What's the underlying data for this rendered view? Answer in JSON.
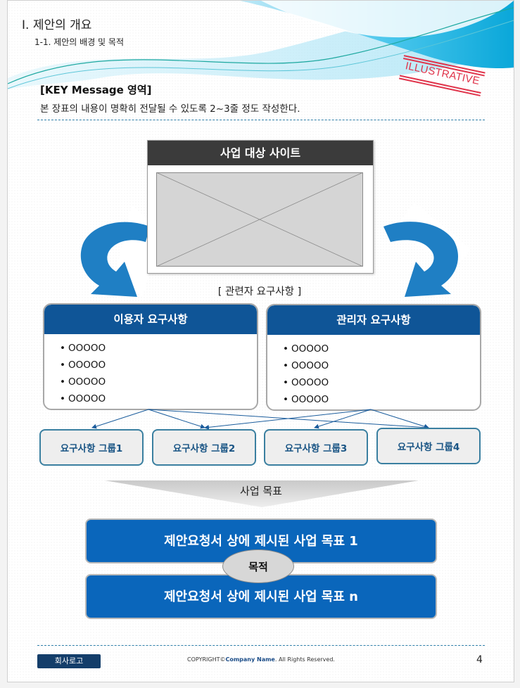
{
  "header": {
    "title": "I. 제안의 개요",
    "subtitle": "1-1. 제안의 배경 및 목적"
  },
  "stamp": {
    "text": "ILLUSTRATIVE",
    "color": "#e0344b"
  },
  "key_message": {
    "title": "[KEY Message 영역]",
    "description": "본 장표의 내용이 명확히 전달될 수 있도록 2~3줄 정도 작성한다."
  },
  "site": {
    "title": "사업 대상 사이트"
  },
  "stakeholder_label": "[ 관련자 요구사항 ]",
  "requirements": [
    {
      "title": "이용자 요구사항",
      "items": [
        "OOOOO",
        "OOOOO",
        "OOOOO",
        "OOOOO"
      ]
    },
    {
      "title": "관리자 요구사항",
      "items": [
        "OOOOO",
        "OOOOO",
        "OOOOO",
        "OOOOO"
      ]
    }
  ],
  "groups": [
    "요구사항 그룹1",
    "요구사항 그룹2",
    "요구사항 그룹3",
    "요구사항 그룹4"
  ],
  "goal_label": "사업 목표",
  "goals": [
    "제안요청서 상에 제시된 사업 목표 1",
    "제안요청서 상에 제시된 사업 목표 n"
  ],
  "purpose_label": "목적",
  "footer": {
    "logo": "회사로고",
    "copyright_prefix": "COPYRIGHT©",
    "company": "Company Name",
    "copyright_suffix": ". All Rights Reserved.",
    "page_number": "4"
  },
  "colors": {
    "accent_dark": "#0f5597",
    "goal_blue": "#0a66bb",
    "arrow_blue": "#1f7fc4",
    "group_border": "#3a7fa0"
  }
}
